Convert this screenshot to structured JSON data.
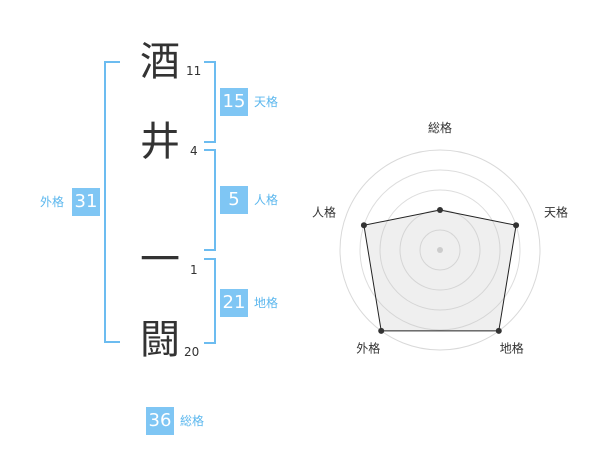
{
  "chars": [
    {
      "char": "酒",
      "strokes": "11"
    },
    {
      "char": "井",
      "strokes": "4"
    },
    {
      "char": "一",
      "strokes": "1"
    },
    {
      "char": "闘",
      "strokes": "20"
    }
  ],
  "kaku": {
    "tenkaku": {
      "value": "15",
      "label": "天格"
    },
    "jinkaku": {
      "value": "5",
      "label": "人格"
    },
    "chikaku": {
      "value": "21",
      "label": "地格"
    },
    "gaikaku": {
      "value": "31",
      "label": "外格"
    },
    "soukaku": {
      "value": "36",
      "label": "総格"
    }
  },
  "colors": {
    "accent": "#7fc6f4",
    "bracket": "#6cbcf0",
    "label": "#5bb7ee",
    "text": "#333333"
  },
  "chart_data": {
    "type": "radar",
    "axes": [
      "総格",
      "天格",
      "地格",
      "外格",
      "人格"
    ],
    "values": [
      2,
      4,
      5,
      5,
      4
    ],
    "max": 5,
    "grid": true
  }
}
